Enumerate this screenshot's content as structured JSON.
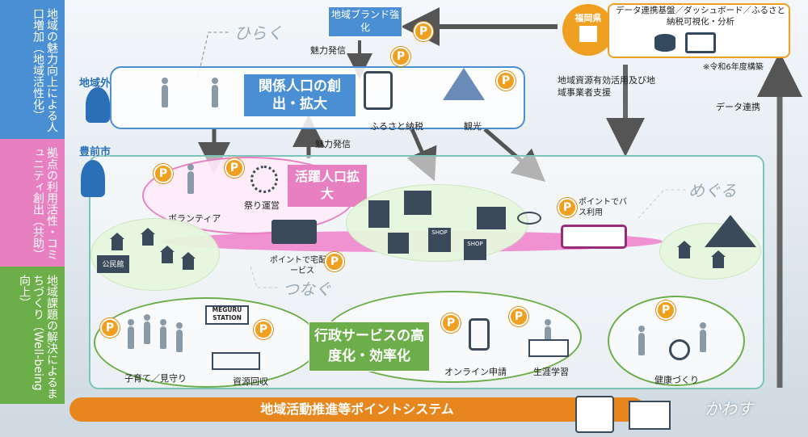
{
  "left_bands": [
    {
      "text": "地域の魅力向上による人口増加（地域活性化）",
      "color": "#4a8fd4"
    },
    {
      "text": "拠点の利用活性・コミュニティ創出（共助）",
      "color": "#e77fc0"
    },
    {
      "text": "地域課題の解決によるまちづくり（Well-being向上）",
      "color": "#6cae4a"
    }
  ],
  "areas": {
    "outside": "地域外",
    "city": "豊前市"
  },
  "verbs": {
    "hiraku": "ひらく",
    "meguru": "めぐる",
    "tsunagu": "つなぐ",
    "kawasu": "かわす"
  },
  "top": {
    "brand": "地域ブランド強化",
    "miryoku_hasshin_1": "魅力発信",
    "miryoku_hasshin_2": "魅力発信",
    "prefecture": "福岡県",
    "platform": "データ連携基盤／ダッシュボード／ふるさと納税可視化・分析",
    "note": "※令和6年度構築",
    "support": "地域資源有効活用及び地域事業者支援",
    "data_link": "データ連携"
  },
  "boxes": {
    "kankei": "関係人口の創出・拡大",
    "katsuyaku": "活躍人口拡大",
    "gyosei": "行政サービスの高度化・効率化",
    "system": "地域活動推進等ポイントシステム"
  },
  "labels": {
    "furusato": "ふるさと納税",
    "kanko": "観光",
    "volunteer": "ボランティア",
    "matsuri": "祭り運営",
    "delivery": "ポイントで宅配サービス",
    "bus": "ポイントでバス利用",
    "kominkan": "公民館",
    "shop1": "SHOP",
    "shop2": "SHOP",
    "kosodate": "子育て／見守り",
    "shigen": "資源回収",
    "station": "MEGURU STATION",
    "online": "オンライン申請",
    "shogai": "生涯学習",
    "kenko": "健康づくり"
  },
  "point_symbol": "P",
  "colors": {
    "blue": "#4a8fd4",
    "pink": "#e77fc0",
    "green": "#6cae4a",
    "orange": "#e8861e",
    "teal": "#7cc4b8",
    "dark": "#3a4a5a"
  }
}
